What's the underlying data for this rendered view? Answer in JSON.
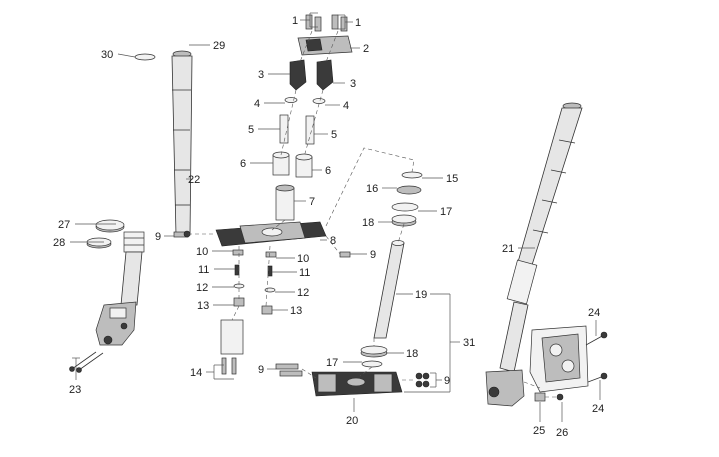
{
  "callouts": {
    "c1a": "1",
    "c1b": "1",
    "c2": "2",
    "c3a": "3",
    "c3b": "3",
    "c4a": "4",
    "c4b": "4",
    "c5a": "5",
    "c5b": "5",
    "c6a": "6",
    "c6b": "6",
    "c7": "7",
    "c8": "8",
    "c9a": "9",
    "c9b": "9",
    "c9c": "9",
    "c9d": "9",
    "c10a": "10",
    "c10b": "10",
    "c11a": "11",
    "c11b": "11",
    "c12a": "12",
    "c12b": "12",
    "c13a": "13",
    "c13b": "13",
    "c14": "14",
    "c15": "15",
    "c16": "16",
    "c17a": "17",
    "c17b": "17",
    "c18a": "18",
    "c18b": "18",
    "c19": "19",
    "c20": "20",
    "c21": "21",
    "c22": "22",
    "c23": "23",
    "c24a": "24",
    "c24b": "24",
    "c25": "25",
    "c26": "26",
    "c27": "27",
    "c28": "28",
    "c29": "29",
    "c30": "30",
    "c31": "31"
  }
}
